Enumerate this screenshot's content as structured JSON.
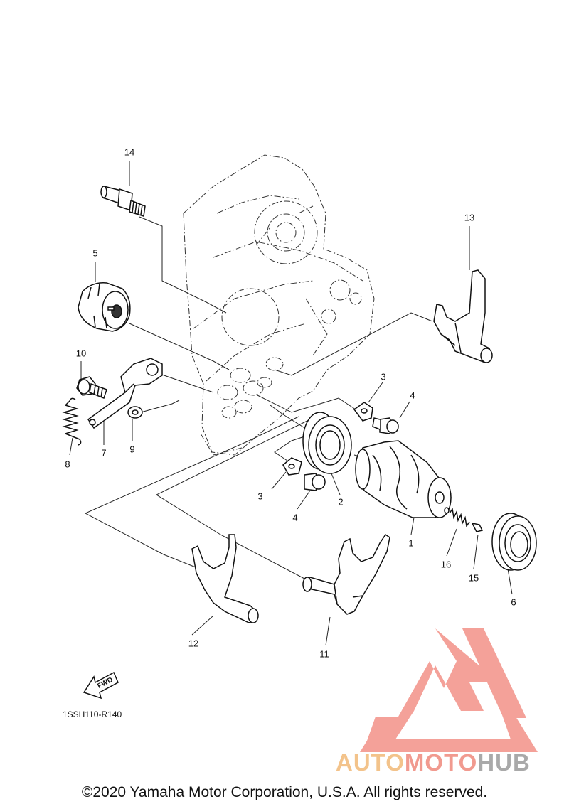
{
  "diagram": {
    "part_labels": [
      {
        "id": "1",
        "text": "1"
      },
      {
        "id": "2",
        "text": "2"
      },
      {
        "id": "3a",
        "text": "3"
      },
      {
        "id": "3b",
        "text": "3"
      },
      {
        "id": "4a",
        "text": "4"
      },
      {
        "id": "4b",
        "text": "4"
      },
      {
        "id": "5",
        "text": "5"
      },
      {
        "id": "6",
        "text": "6"
      },
      {
        "id": "7",
        "text": "7"
      },
      {
        "id": "8",
        "text": "8"
      },
      {
        "id": "9",
        "text": "9"
      },
      {
        "id": "10",
        "text": "10"
      },
      {
        "id": "11",
        "text": "11"
      },
      {
        "id": "12",
        "text": "12"
      },
      {
        "id": "13",
        "text": "13"
      },
      {
        "id": "14",
        "text": "14"
      },
      {
        "id": "15",
        "text": "15"
      },
      {
        "id": "16",
        "text": "16"
      }
    ],
    "fwd_label": "FWD",
    "diagram_code": "1SSH110-R140"
  },
  "watermark": {
    "brand_part1": "AUTO",
    "brand_part2": "MOTO",
    "brand_part3": "HUB",
    "colors": {
      "auto": "#f3c38b",
      "moto": "#f19a8f",
      "hub": "#a9a9a9",
      "logo": "#f4a199"
    }
  },
  "footer": {
    "copyright": "©2020 Yamaha Motor Corporation, U.S.A. All rights reserved."
  }
}
